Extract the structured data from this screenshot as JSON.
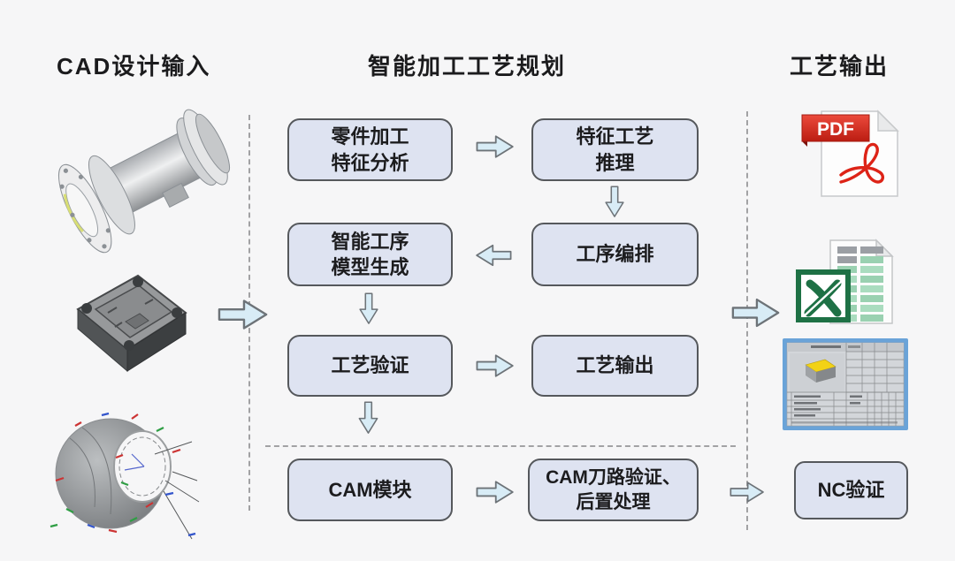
{
  "headers": {
    "left": "CAD设计输入",
    "center": "智能加工工艺规划",
    "right": "工艺输出"
  },
  "flow": {
    "feature_analysis": {
      "line1": "零件加工",
      "line2": "特征分析"
    },
    "feature_process_reasoning": {
      "line1": "特征工艺",
      "line2": "推理"
    },
    "intelligent_process_model": {
      "line1": "智能工序",
      "line2": "模型生成"
    },
    "process_sequencing": {
      "label": "工序编排"
    },
    "process_verification": {
      "label": "工艺验证"
    },
    "process_output": {
      "label": "工艺输出"
    },
    "cam_module": {
      "label": "CAM模块"
    },
    "cam_toolpath_verification": {
      "line1": "CAM刀路验证、",
      "line2": "后置处理"
    },
    "nc_verification": {
      "label": "NC验证"
    }
  },
  "outputs": {
    "pdf_badge": "PDF"
  },
  "icons": {
    "left_column": [
      "cad-model-flanged-shaft",
      "cad-model-machined-plate",
      "cad-model-dome-shell"
    ],
    "right_column": [
      "pdf-file-icon",
      "excel-file-icon",
      "process-sheet-thumbnail"
    ]
  },
  "colors": {
    "background": "#f6f6f7",
    "box_fill": "#dee3f1",
    "box_border": "#55585c",
    "arrow_fill": "#d8ecf6",
    "dash_line": "#a2a2a4",
    "pdf_red": "#d6281c",
    "excel_green": "#1e7145",
    "sheet_border_blue": "#5b9bd5"
  }
}
